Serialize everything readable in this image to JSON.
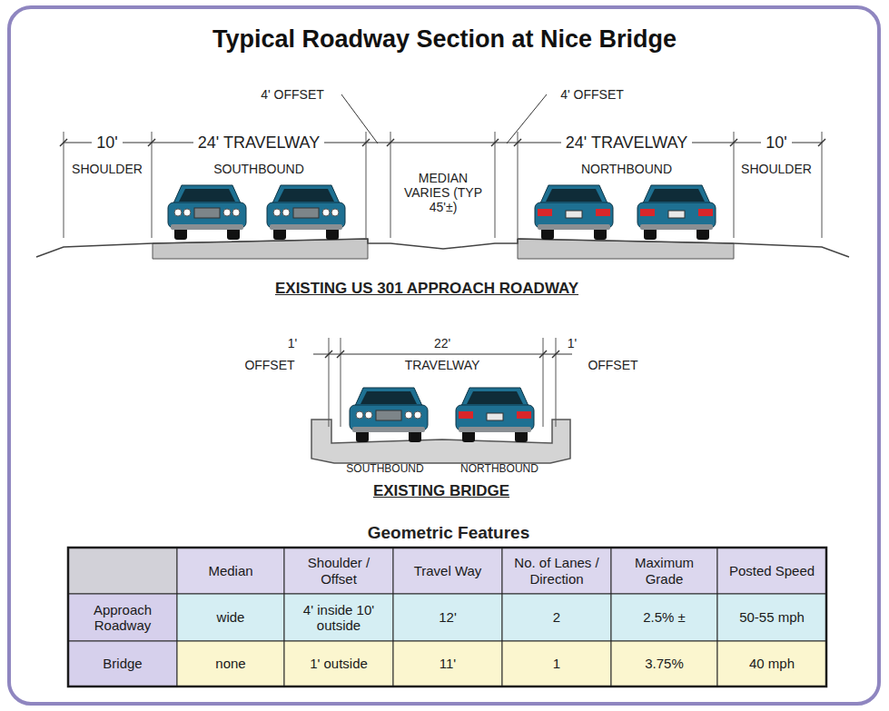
{
  "diagram": {
    "title": "Typical Roadway Section at Nice Bridge",
    "labels": [
      "4' OFFSET",
      "4' OFFSET",
      "10'",
      "24' TRAVELWAY",
      "24' TRAVELWAY",
      "10'",
      "SHOULDER",
      "SOUTHBOUND",
      "MEDIAN VARIES (TYP 45'±)",
      "NORTHBOUND",
      "SHOULDER",
      "EXISTING US 301 APPROACH ROADWAY",
      "1'",
      "22'",
      "1'",
      "OFFSET",
      "TRAVELWAY",
      "OFFSET",
      "SOUTHBOUND",
      "NORTHBOUND",
      "EXISTING BRIDGE",
      "Geometric Features",
      "Median",
      "Shoulder / Offset",
      "Travel Way",
      "No. of Lanes / Direction",
      "Maximum Grade",
      "Posted Speed",
      "Approach Roadway",
      "wide",
      "4' inside 10' outside",
      "12'",
      "2",
      "2.5% ±",
      "50-55 mph",
      "Bridge",
      "none",
      "1' outside",
      "11'",
      "1",
      "3.75%",
      "40 mph"
    ]
  }
}
